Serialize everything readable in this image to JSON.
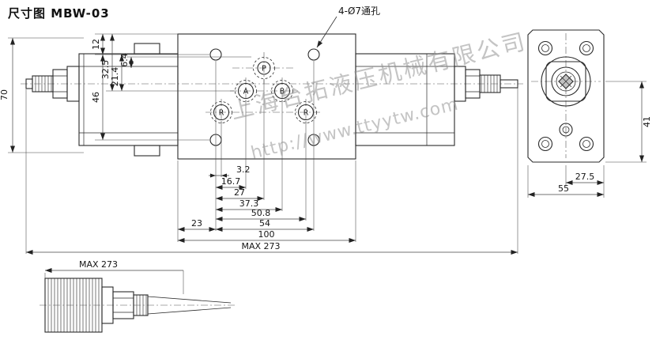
{
  "title": "尺寸图 MBW-03",
  "watermark": {
    "company": "上海台拓液压机械有限公司",
    "url": "http://www.ttyytw.com"
  },
  "callouts": {
    "through_holes": "4-Ø7通孔",
    "detail_max": "MAX 273"
  },
  "ports": {
    "p": "P",
    "a": "A",
    "b": "B",
    "r1": "R",
    "r2": "R"
  },
  "dims": {
    "height_overall": "70",
    "v_12": "12",
    "v_325": "32.5",
    "v_214": "21.4",
    "v_64": "6.4",
    "v_46": "46",
    "h_32": "3.2",
    "h_167": "16.7",
    "h_27": "27",
    "h_373": "37.3",
    "h_508": "50.8",
    "h_54": "54",
    "h_23": "23",
    "h_100": "100",
    "h_max": "MAX 273",
    "side_41": "41",
    "side_275": "27.5",
    "side_55": "55"
  }
}
